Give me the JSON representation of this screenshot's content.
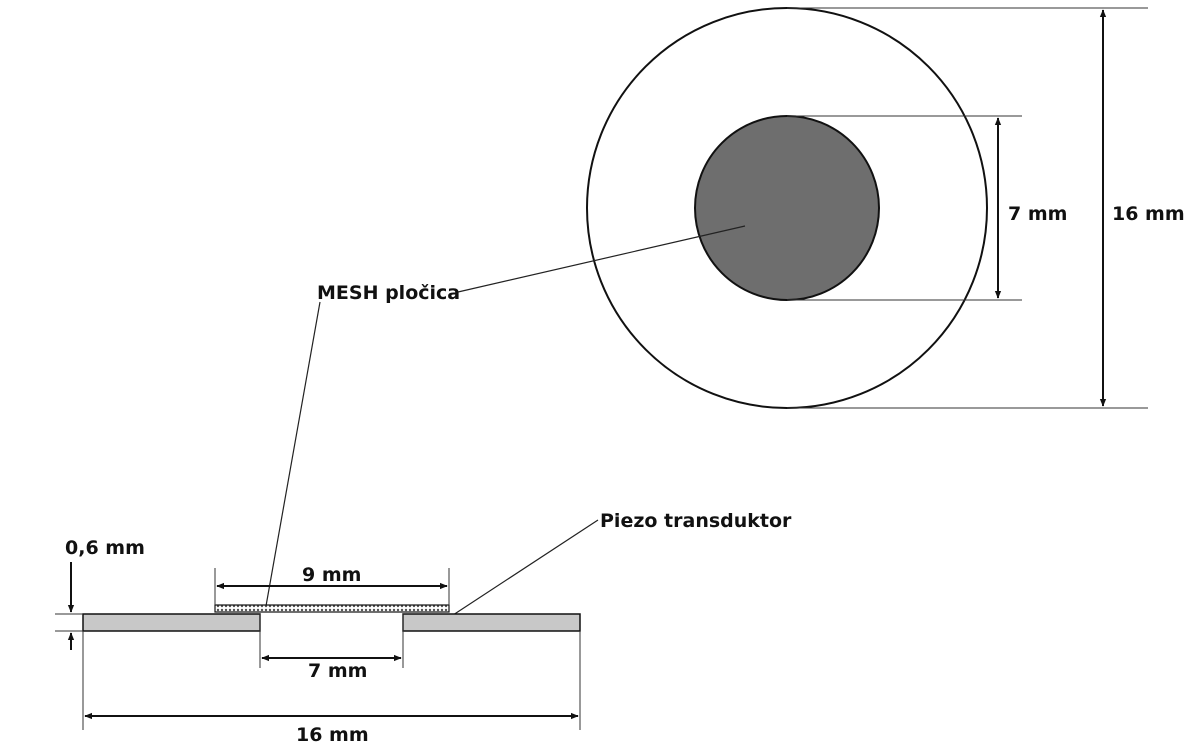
{
  "labels": {
    "mesh": "MESH pločica",
    "piezo": "Piezo transduktor",
    "top_inner_dim": "7 mm",
    "top_outer_dim": "16 mm",
    "thickness_dim": "0,6 mm",
    "mesh_width_dim": "9 mm",
    "hole_dim": "7 mm",
    "side_outer_dim": "16 mm"
  },
  "colors": {
    "line": "#111111",
    "mesh_fill": "#6e6e6e",
    "transducer_fill": "#c8c8c8",
    "background": "#ffffff"
  }
}
